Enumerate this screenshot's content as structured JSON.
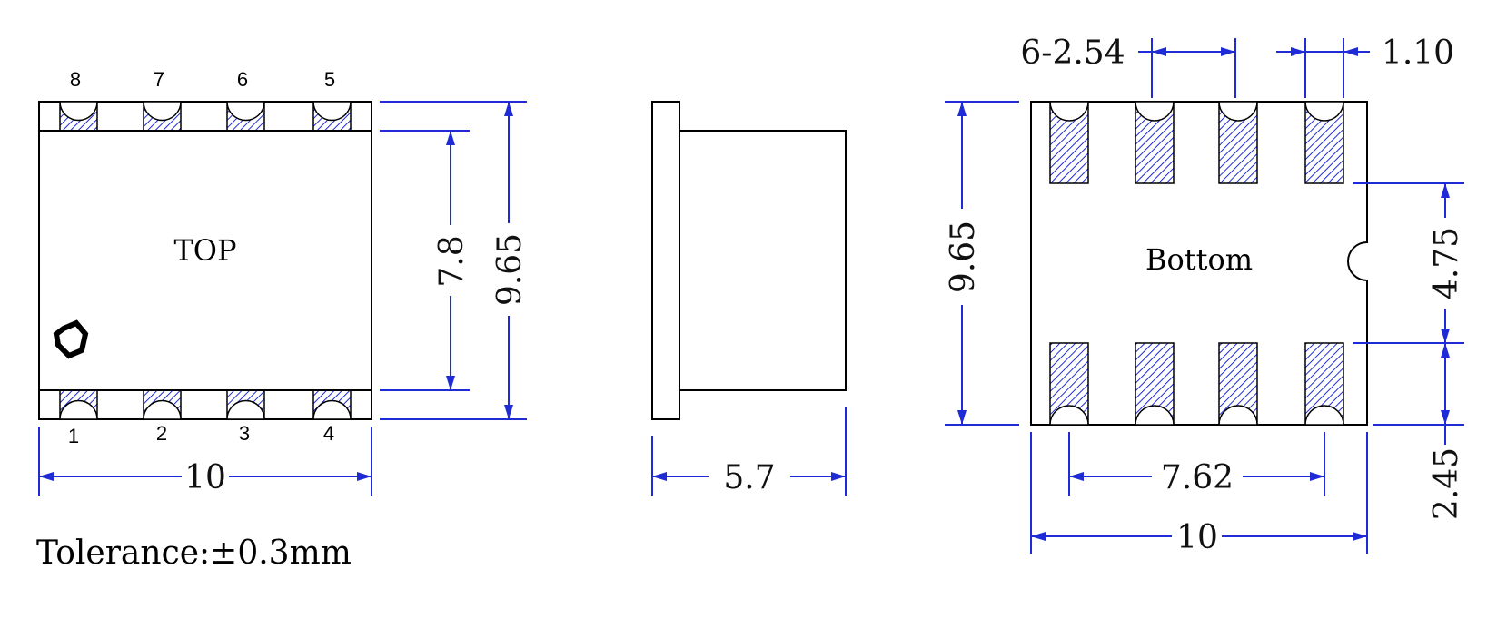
{
  "top_view": {
    "label": "TOP",
    "pins_top": [
      "8",
      "7",
      "6",
      "5"
    ],
    "pins_bottom": [
      "1",
      "2",
      "3",
      "4"
    ],
    "dim_body_height": "7.8",
    "dim_total_height": "9.65",
    "dim_width": "10"
  },
  "side_view": {
    "dim_height": "5.7"
  },
  "bottom_view": {
    "label": "Bottom",
    "dim_pitch": "6-2.54",
    "dim_pad_width": "1.10",
    "dim_height": "9.65",
    "dim_pad_gap": "4.75",
    "dim_pad_length": "2.45",
    "dim_pin_span": "7.62",
    "dim_width": "10"
  },
  "tolerance": "Tolerance:±0.3mm",
  "colors": {
    "dimension": "#1f2bd6",
    "outline": "#000000",
    "hatch": "#1f2bd6"
  }
}
